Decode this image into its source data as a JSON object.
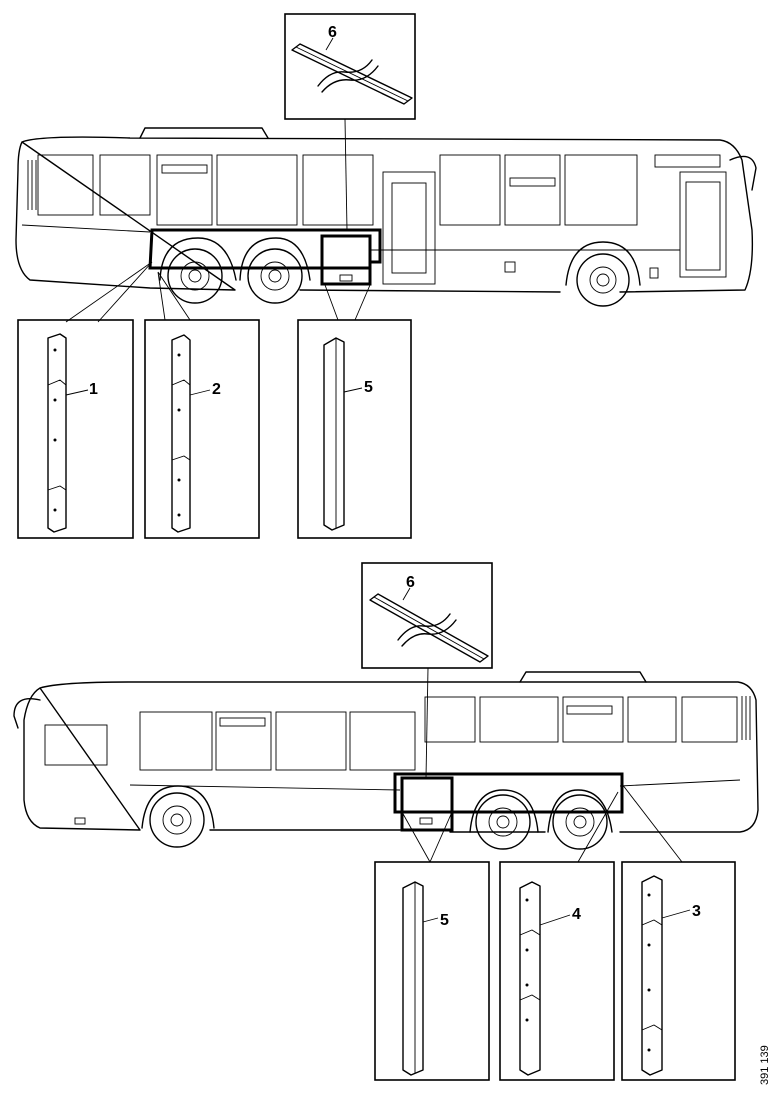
{
  "callouts": {
    "c1": "1",
    "c2": "2",
    "c3": "3",
    "c4": "4",
    "c5_top": "5",
    "c5_bottom": "5",
    "c6_top": "6",
    "c6_bottom": "6"
  },
  "reference_number": "391 139"
}
